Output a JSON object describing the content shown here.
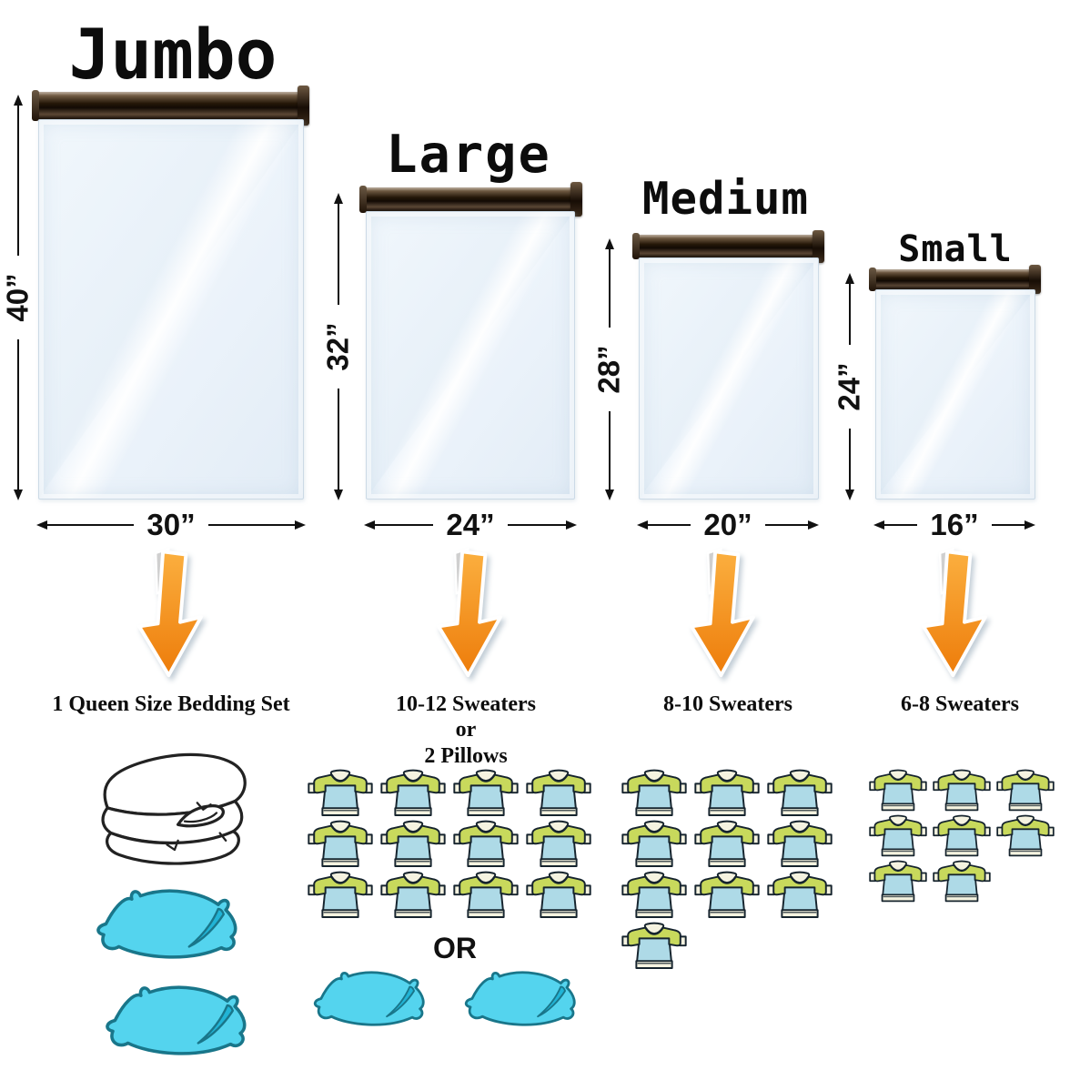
{
  "bags": [
    {
      "name": "Jumbo",
      "height": "40”",
      "width": "30”",
      "capacity_lines": [
        "1 Queen Size Bedding Set"
      ],
      "pillows": 2
    },
    {
      "name": "Large",
      "height": "32”",
      "width": "24”",
      "capacity_lines": [
        "10-12 Sweaters",
        "or",
        "2 Pillows"
      ],
      "sweater_rows": [
        4,
        4,
        4
      ],
      "or_label": "OR",
      "pillows": 2
    },
    {
      "name": "Medium",
      "height": "28”",
      "width": "20”",
      "capacity_lines": [
        "8-10 Sweaters"
      ],
      "sweater_rows": [
        3,
        3,
        3,
        1
      ]
    },
    {
      "name": "Small",
      "height": "24”",
      "width": "16”",
      "capacity_lines": [
        "6-8 Sweaters"
      ],
      "sweater_rows": [
        3,
        3,
        2
      ]
    }
  ],
  "colors": {
    "arrow_orange_light": "#fbaf3f",
    "arrow_orange_dark": "#ed7c0a",
    "bag_body_blue": "#e8f1f8",
    "zipper_brown": "#241708",
    "sweater_body_blue": "#aedae7",
    "sweater_sleeve_green": "#c8d95c",
    "pillow_cyan": "#54d4ee",
    "text_black": "#111111"
  }
}
